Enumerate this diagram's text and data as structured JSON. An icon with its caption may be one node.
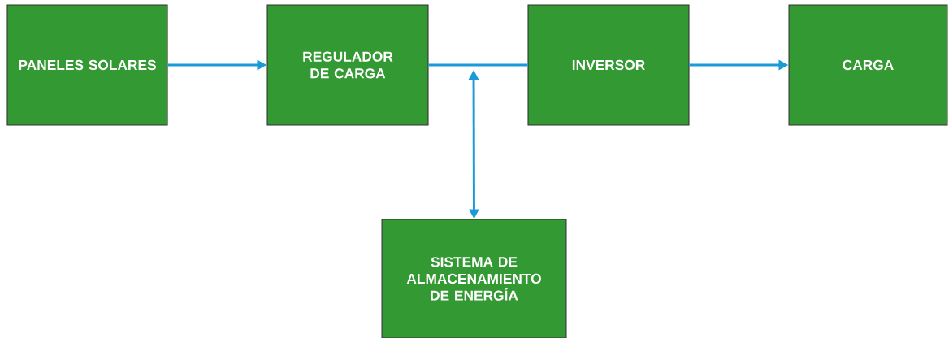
{
  "diagram": {
    "nodes": [
      {
        "text": [
          "PANELES SOLARES"
        ]
      },
      {
        "text": [
          "REGULADOR DE CARGA"
        ]
      },
      {
        "text": [
          "INVERSOR"
        ]
      },
      {
        "text": [
          "CARGA"
        ]
      },
      {
        "text": [
          "SISTEMA DE ALMACENAMIENTO DE ENERGÍA"
        ]
      }
    ],
    "edges": [
      {
        "from": 0,
        "to": 1,
        "arrow": "to"
      },
      {
        "from": 1,
        "to": 2,
        "arrow": "none"
      },
      {
        "from": 2,
        "to": 3,
        "arrow": "to"
      },
      {
        "from": 4,
        "to": null,
        "arrow": "both"
      }
    ]
  }
}
